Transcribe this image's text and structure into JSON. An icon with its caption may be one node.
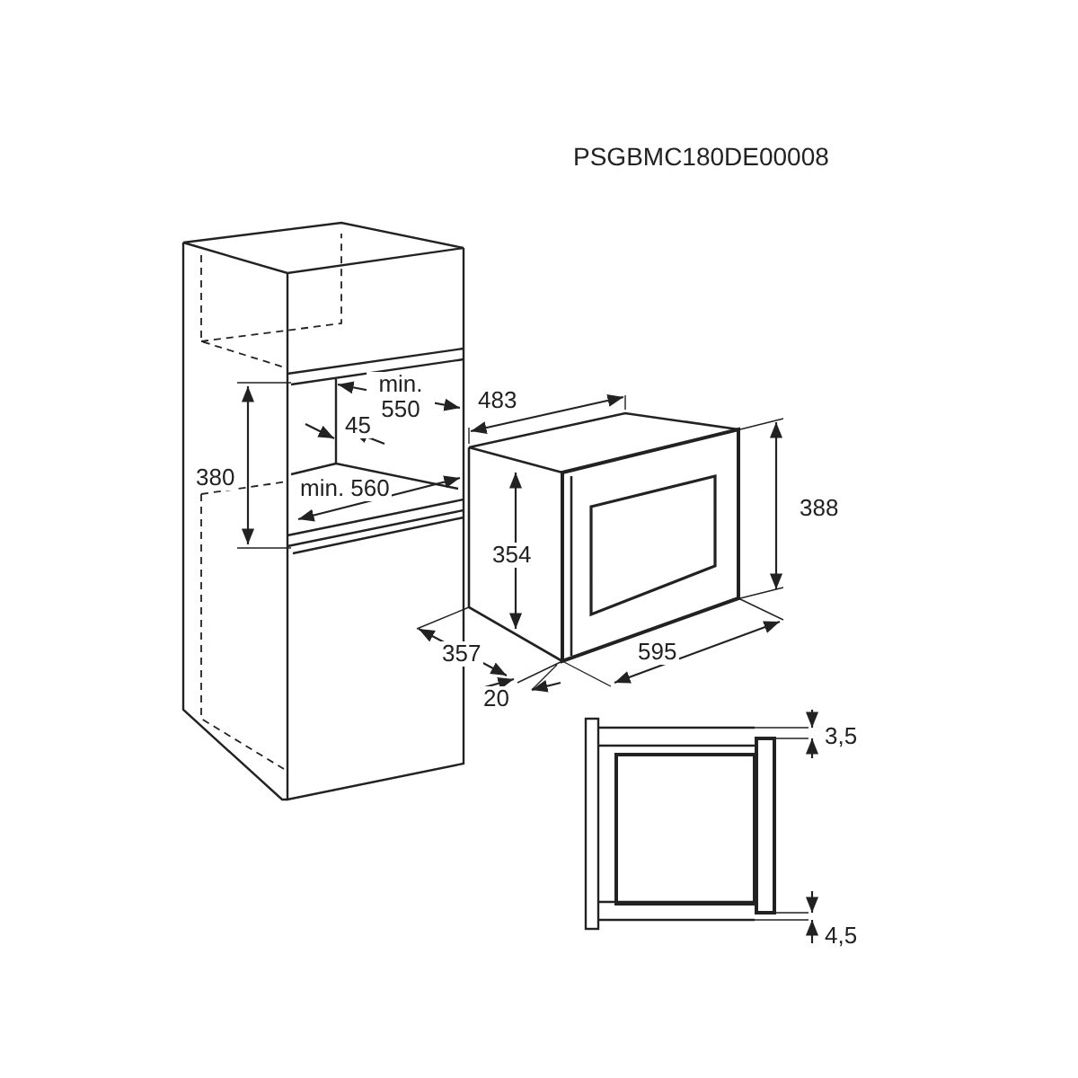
{
  "diagram": {
    "labels": [
      "PSGBMC180DE00008",
      "min. 550",
      "483",
      "45",
      "388",
      "380",
      "min. 560",
      "354",
      "357",
      "595",
      "20",
      "3,5",
      "4,5"
    ]
  }
}
